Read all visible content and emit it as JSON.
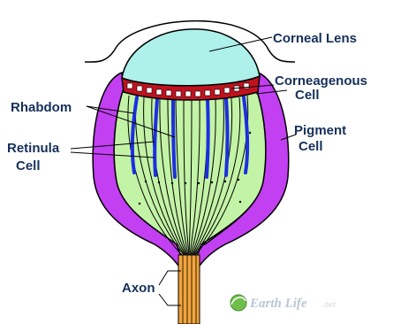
{
  "labels": {
    "corneal_lens": "Corneal Lens",
    "corneagenous_line1": "Corneagenous",
    "corneagenous_line2": "Cell",
    "rhabdom": "Rhabdom",
    "retinula_line1": "Retinula",
    "retinula_line2": "Cell",
    "pigment_line1": "Pigment",
    "pigment_line2": "Cell",
    "axon": "Axon"
  },
  "watermark": {
    "text": "Earth Life",
    "suffix": ".net",
    "icon": "leaf-globe-icon"
  },
  "colors": {
    "lens": "#aef0ea",
    "pigment": "#c23ff2",
    "retinula": "#c3f3a6",
    "rhabdom": "#1c2fe0",
    "corneagenous": "#c1121f",
    "axon": "#f2a43c",
    "label_text": "#15305a"
  }
}
